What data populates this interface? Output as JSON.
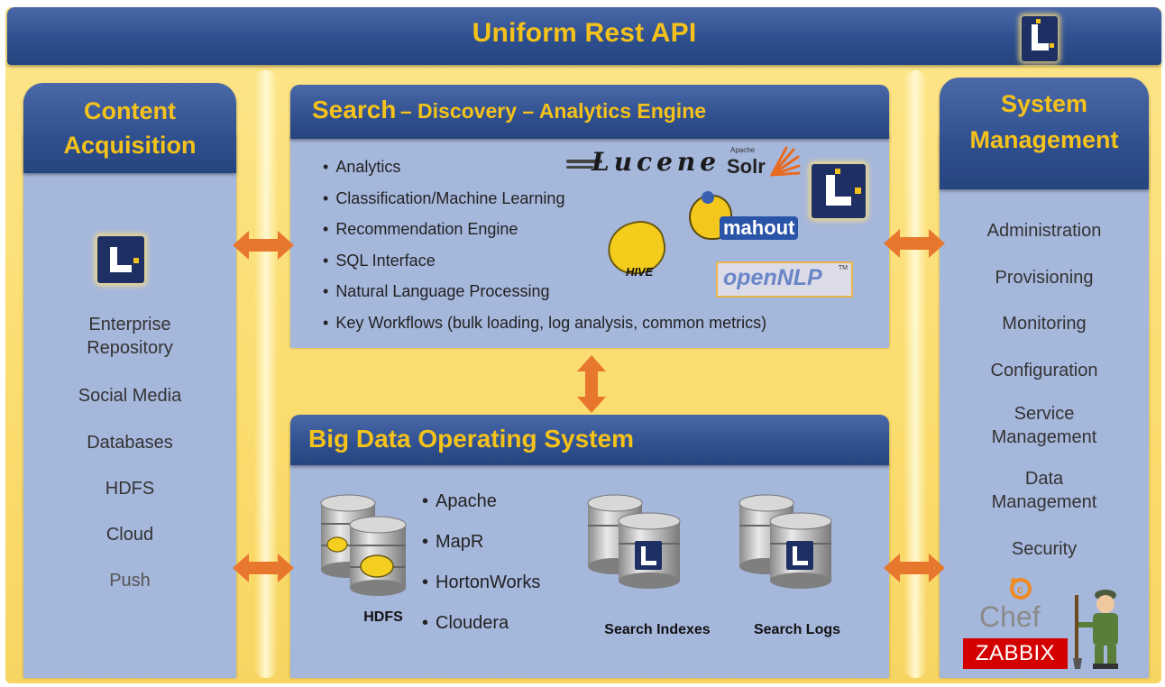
{
  "header": {
    "title": "Uniform Rest API"
  },
  "content_acquisition": {
    "title_line1": "Content",
    "title_line2": "Acquisition",
    "items": [
      "Enterprise Repository",
      "Social Media",
      "Databases",
      "HDFS",
      "Cloud",
      "Push"
    ]
  },
  "search_engine": {
    "title_main": "Search",
    "title_rest": "– Discovery – Analytics Engine",
    "items": [
      "Analytics",
      "Classification/Machine Learning",
      "Recommendation Engine",
      "SQL Interface",
      "Natural Language Processing",
      "Key Workflows (bulk loading, log analysis, common metrics)"
    ],
    "logos": {
      "lucene": "Lucene",
      "solr_small": "Apache",
      "solr": "Solr",
      "hive": "HIVE",
      "mahout": "mahout",
      "opennlp": "openNLP",
      "tm": "TM"
    }
  },
  "big_data_os": {
    "title": "Big Data Operating System",
    "distributions": [
      "Apache",
      "MapR",
      "HortonWorks",
      "Cloudera"
    ],
    "captions": {
      "hdfs": "HDFS",
      "search_indexes": "Search Indexes",
      "search_logs": "Search Logs"
    }
  },
  "system_management": {
    "title_line1": "System",
    "title_line2": "Management",
    "items": [
      "Administration",
      "Provisioning",
      "Monitoring",
      "Configuration",
      "Service Management",
      "Data Management",
      "Security"
    ],
    "logos": {
      "chef": "Chef",
      "zabbix": "ZABBIX"
    }
  },
  "colors": {
    "accent_yellow": "#f4c21a",
    "header_blue": "#2e4f8f",
    "panel_blue": "#a6b7dc",
    "arrow_orange": "#e8772e"
  }
}
